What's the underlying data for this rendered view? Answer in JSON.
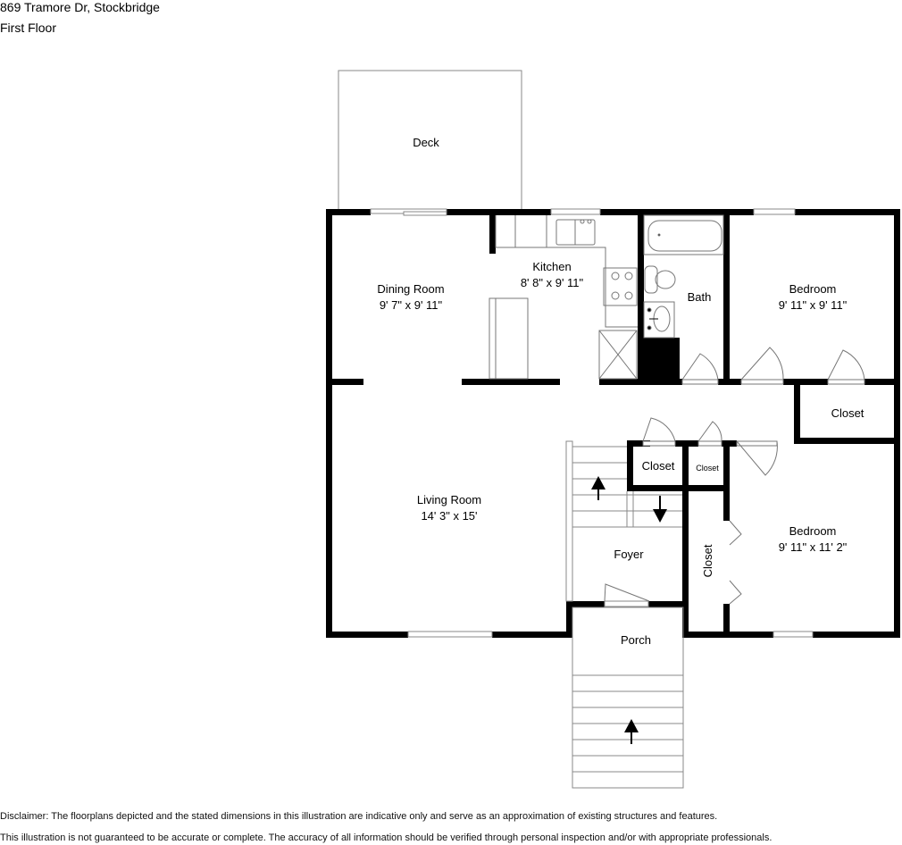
{
  "header": {
    "address": "869 Tramore Dr, Stockbridge",
    "floor": "First Floor"
  },
  "rooms": {
    "deck": {
      "name": "Deck",
      "dims": ""
    },
    "dining_room": {
      "name": "Dining Room",
      "dims": "9' 7\" x 9' 11\""
    },
    "kitchen": {
      "name": "Kitchen",
      "dims": "8' 8\" x 9' 11\""
    },
    "bath": {
      "name": "Bath",
      "dims": ""
    },
    "bedroom_1": {
      "name": "Bedroom",
      "dims": "9' 11\" x 9' 11\""
    },
    "closet_hall": {
      "name": "Closet",
      "dims": ""
    },
    "closet_small_1": {
      "name": "Closet",
      "dims": ""
    },
    "closet_small_2": {
      "name": "Closet",
      "dims": ""
    },
    "living_room": {
      "name": "Living Room",
      "dims": "14' 3\" x 15'"
    },
    "bedroom_2": {
      "name": "Bedroom",
      "dims": "9' 11\" x 11' 2\""
    },
    "closet_vertical": {
      "name": "Closet",
      "dims": ""
    },
    "foyer": {
      "name": "Foyer",
      "dims": ""
    },
    "porch": {
      "name": "Porch",
      "dims": ""
    }
  },
  "icons": {
    "stairs_up": "arrow-up",
    "stairs_down": "arrow-down",
    "porch_steps_up": "arrow-up"
  },
  "colors": {
    "wall": "#000000",
    "thin_line": "#888888",
    "background": "#ffffff"
  },
  "disclaimer": {
    "line1": "Disclaimer: The floorplans depicted and the stated dimensions in this illustration are indicative only and serve as an approximation of existing structures and features.",
    "line2": "This illustration is not guaranteed to be accurate or complete. The accuracy of all information should be verified through personal inspection and/or with appropriate professionals."
  }
}
